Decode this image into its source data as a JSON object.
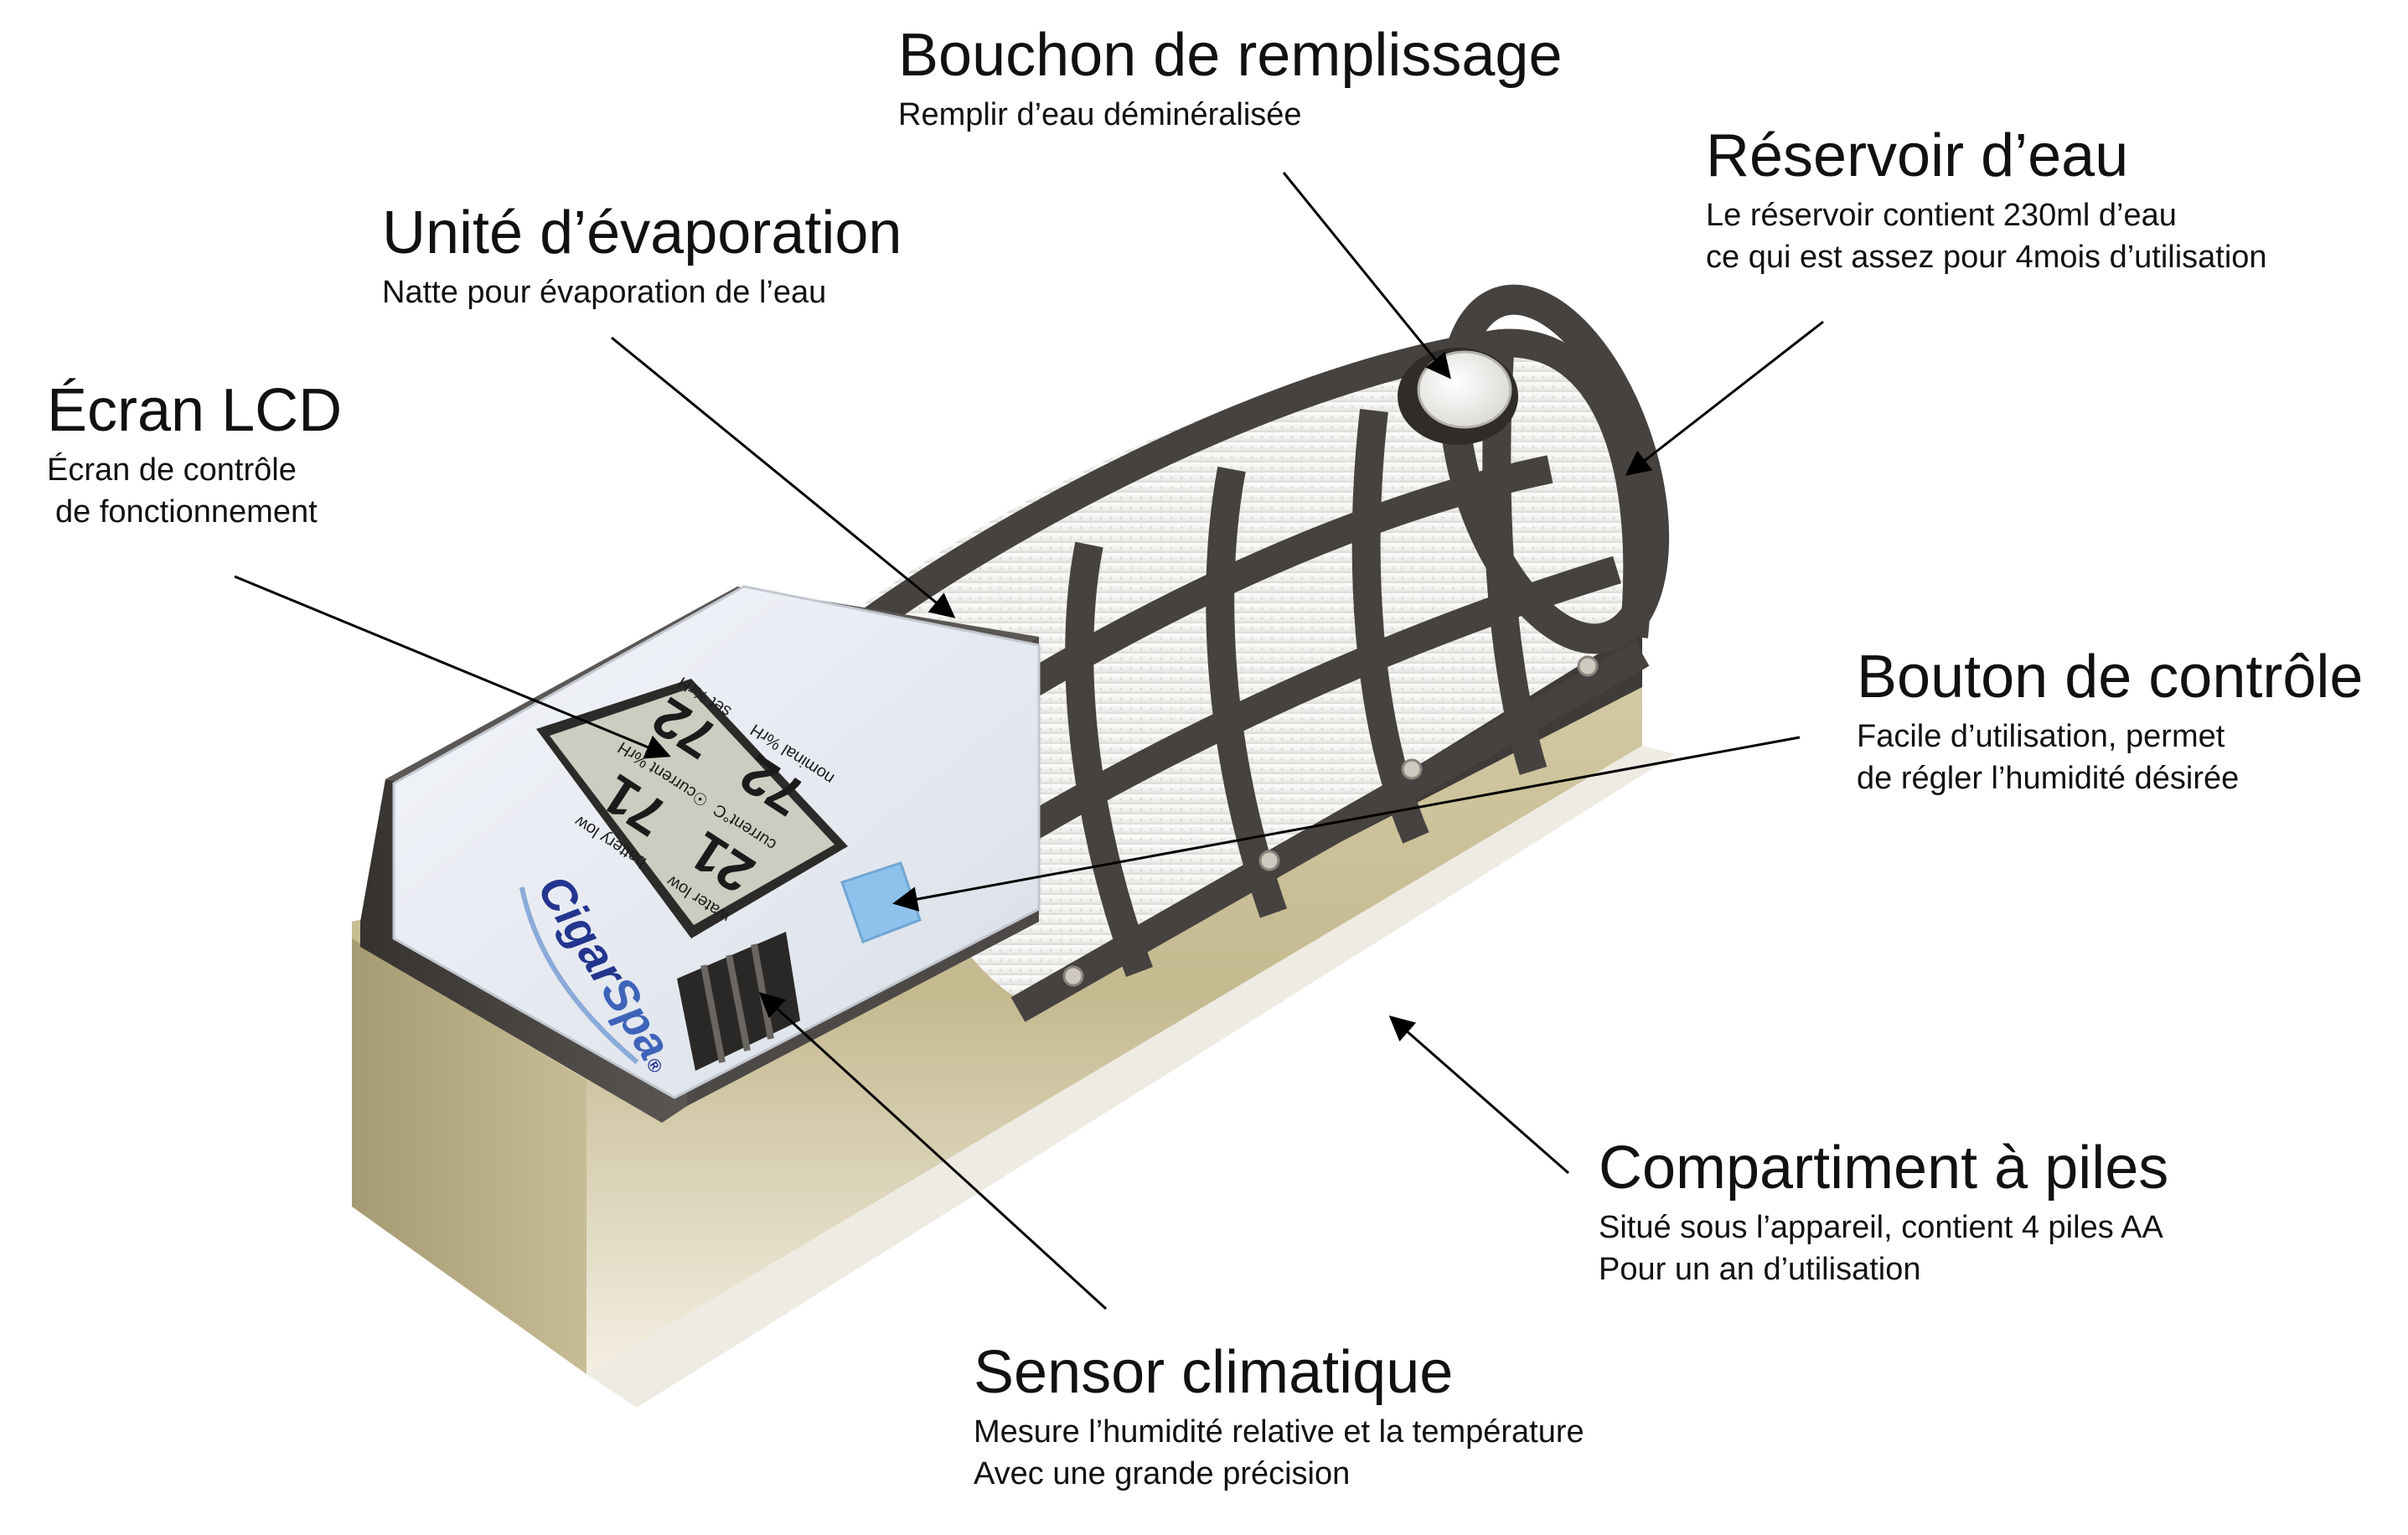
{
  "callouts": {
    "bouchon": {
      "title": "Bouchon de remplissage",
      "lines": [
        "Remplir d’eau déminéralisée"
      ]
    },
    "reservoir": {
      "title": "Réservoir d’eau",
      "lines": [
        "Le réservoir contient 230ml d’eau",
        "ce qui est assez pour 4mois d’utilisation"
      ]
    },
    "unite": {
      "title": "Unité d’évaporation",
      "lines": [
        "Natte pour évaporation de l’eau"
      ]
    },
    "ecran": {
      "title": "Écran LCD",
      "lines": [
        "Écran de contrôle",
        "de fonctionnement"
      ]
    },
    "bouton": {
      "title": "Bouton de contrôle",
      "lines": [
        "Facile d’utilisation, permet",
        "de régler l’humidité désirée"
      ]
    },
    "compartiment": {
      "title": "Compartiment à piles",
      "lines": [
        "Situé sous l’appareil, contient 4 piles AA",
        "Pour un an d’utilisation"
      ]
    },
    "sensor": {
      "title": "Sensor climatique",
      "lines": [
        "Mesure l’humidité relative et la température",
        "Avec une grande précision"
      ]
    }
  },
  "device": {
    "brand": {
      "part1": "Cigar",
      "part2": "Spa",
      "mark": "®"
    },
    "lcd": {
      "top_left_label": "set %rH",
      "top_left_value": "72",
      "top_right_label": "nominal %rH",
      "top_right_value": "72",
      "mid_left_label": "current %rH",
      "mid_right_label": "current°C",
      "mid_icon": "☉",
      "bottom_left_value": "71",
      "bottom_right_value": "21",
      "bottom_left_label": "battery low",
      "bottom_right_label": "water low"
    },
    "colors": {
      "housing": "#4a4644",
      "base": "#c8bd97",
      "faceplate": "#e9edf4",
      "button": "#8ec2ec",
      "mesh": "#f5f5f3",
      "lcd": "#c9cec0",
      "brand": "#23358e"
    }
  }
}
